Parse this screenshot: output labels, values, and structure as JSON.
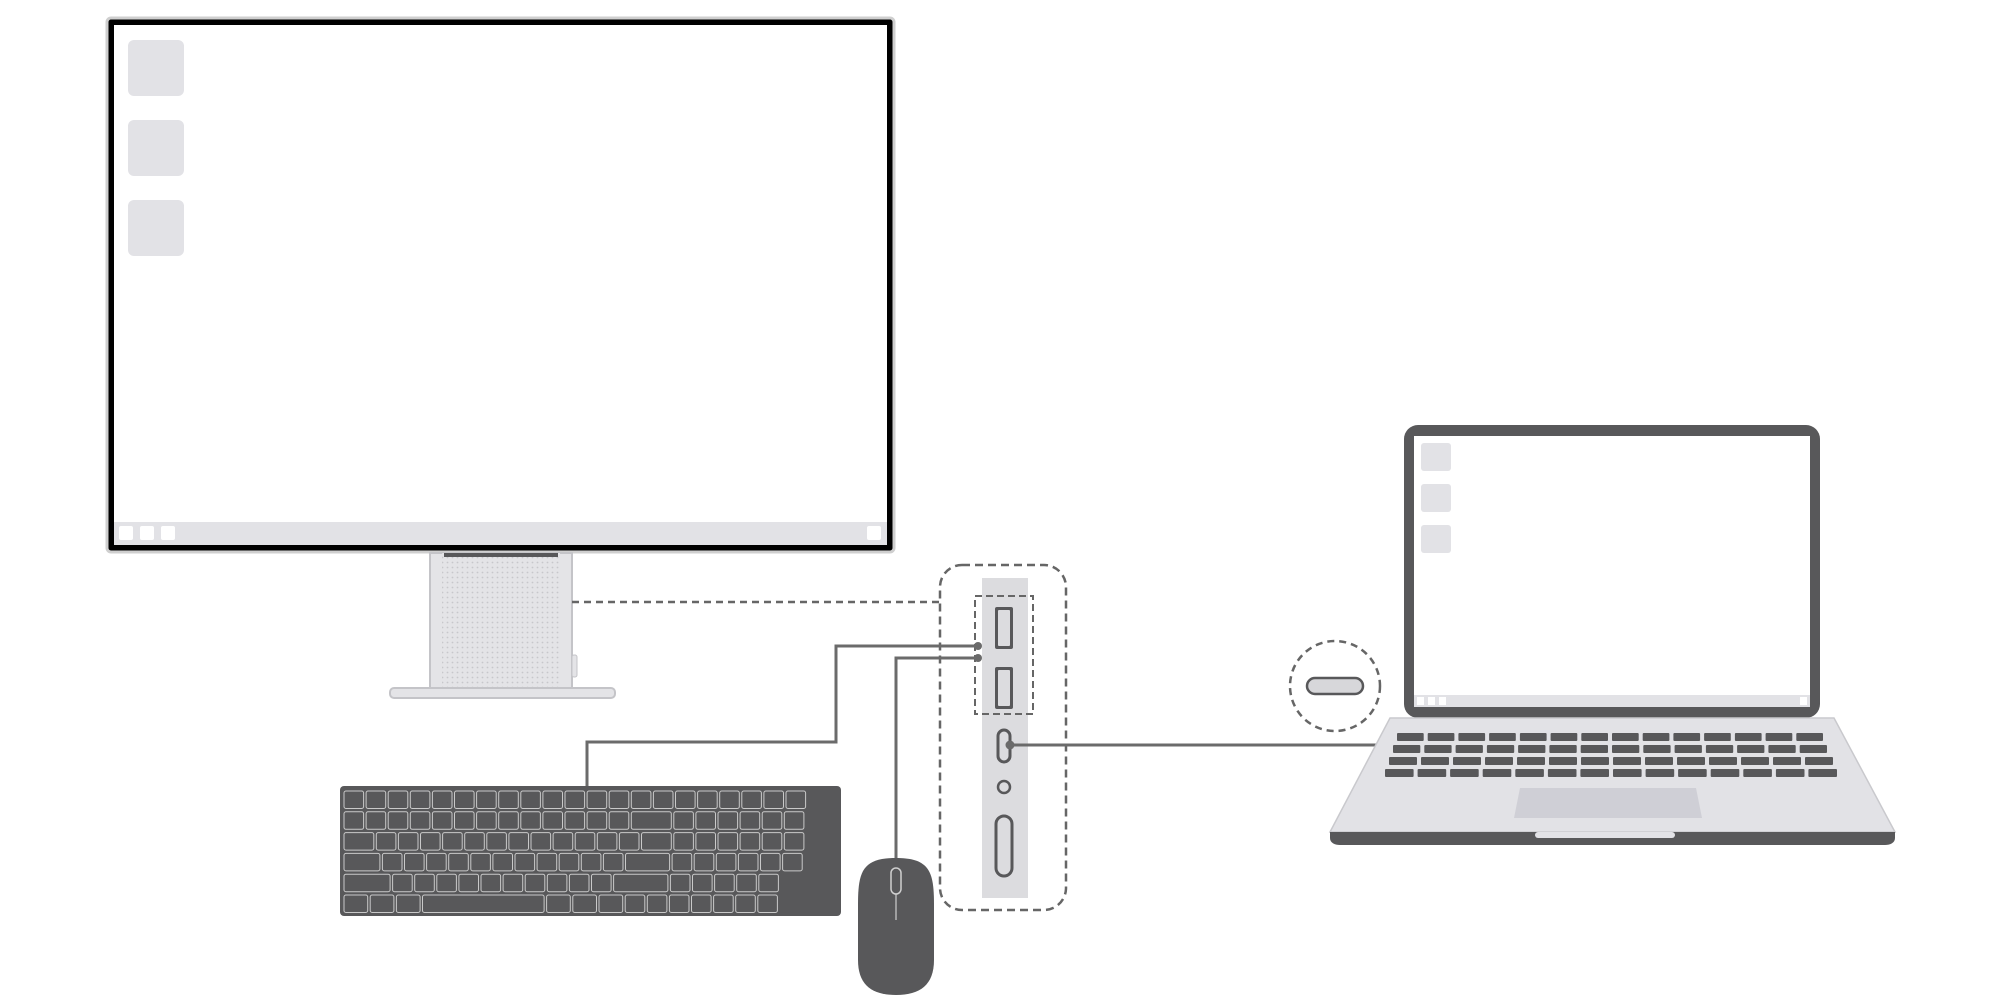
{
  "diagram": {
    "description_visible_text": "",
    "colors": {
      "background": "#ffffff",
      "device_dark": "#58585a",
      "device_light": "#e2e2e6",
      "screen": "#ffffff",
      "connector_line": "#6b6b6b",
      "dashed_outline": "#666666",
      "port_strip": "#dcdcdf",
      "key_outline": "#c9c9c9"
    },
    "devices": [
      {
        "id": "monitor",
        "icon": "monitor-icon"
      },
      {
        "id": "monitor-stand",
        "icon": "stand-icon"
      },
      {
        "id": "port-panel",
        "icon": "port-panel-icon"
      },
      {
        "id": "keyboard",
        "icon": "keyboard-icon"
      },
      {
        "id": "mouse",
        "icon": "mouse-icon"
      },
      {
        "id": "laptop",
        "icon": "laptop-icon"
      },
      {
        "id": "usb-c-plug-callout",
        "icon": "usb-c-icon"
      }
    ],
    "ports": [
      "usb-a-port-1",
      "usb-a-port-2",
      "usb-c-port",
      "pin-hole",
      "usb-c-port-2"
    ],
    "connections": [
      {
        "from": "monitor-stand",
        "to": "port-panel",
        "style": "dashed"
      },
      {
        "from": "keyboard",
        "to": "usb-a-port-1",
        "style": "solid"
      },
      {
        "from": "mouse",
        "to": "usb-a-port-2",
        "style": "solid"
      },
      {
        "from": "laptop",
        "to": "usb-c-port",
        "style": "solid"
      }
    ]
  }
}
